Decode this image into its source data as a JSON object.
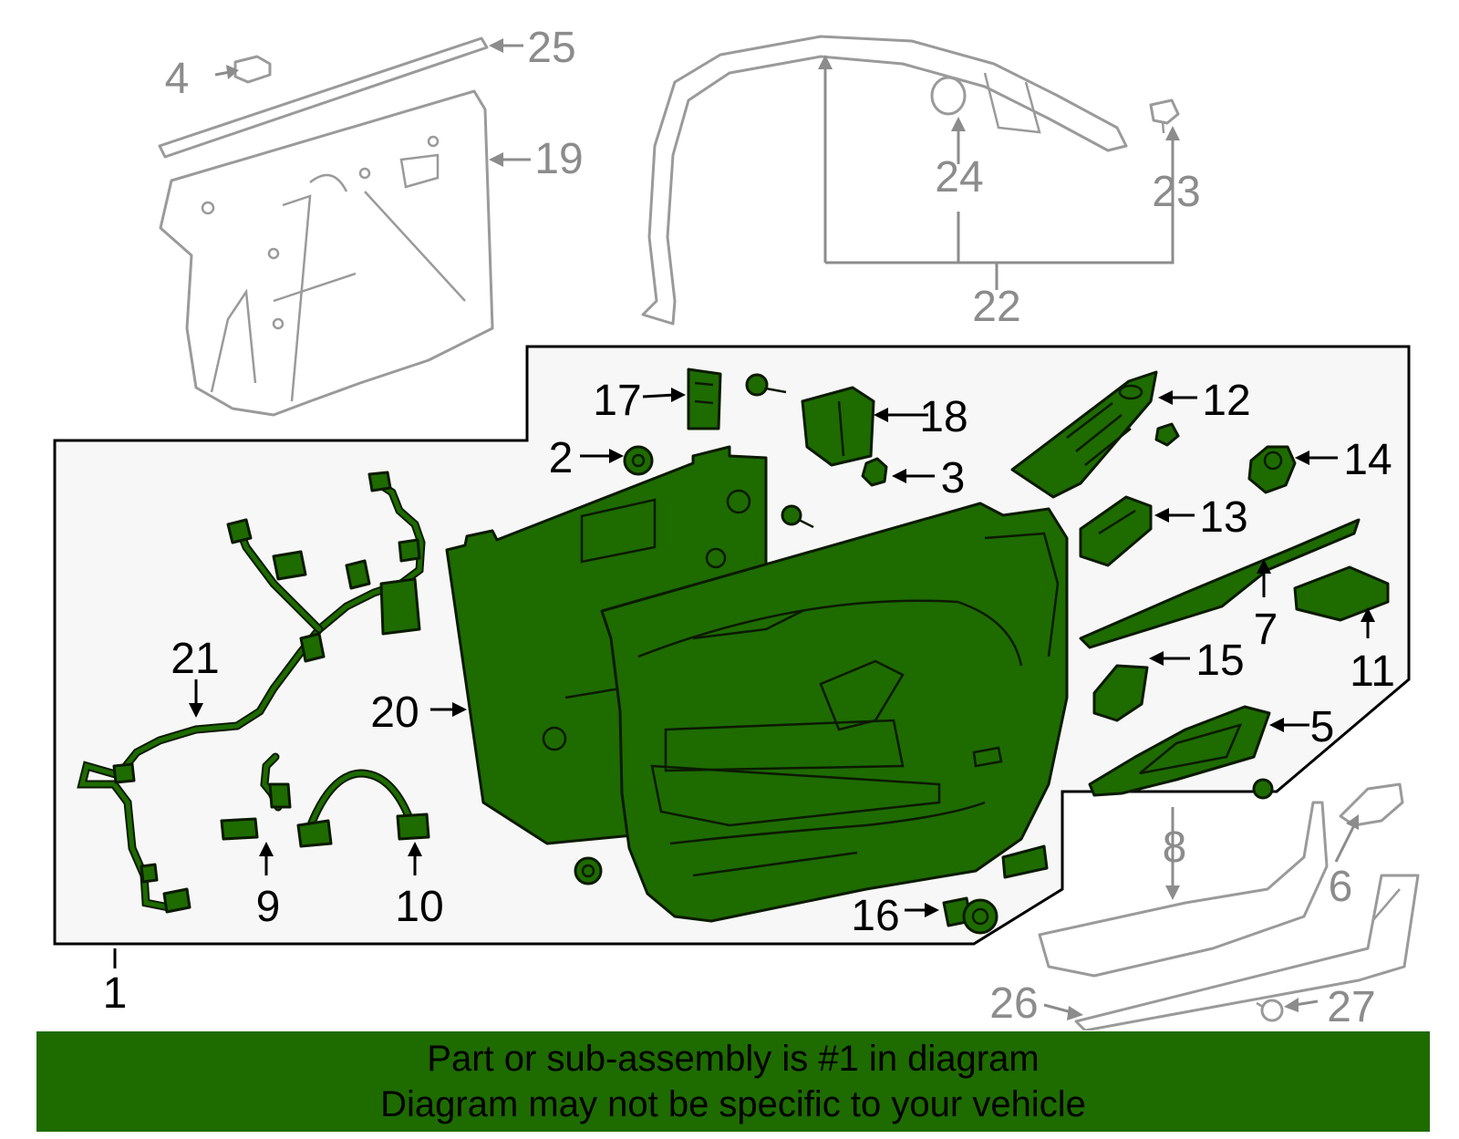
{
  "colors": {
    "accent_green": "#1e6b00",
    "outline_dark": "#0b1a00",
    "reference_grey": "#8c8c8c",
    "panel_bg": "#f7f7f7"
  },
  "callouts": {
    "c1": "1",
    "c2": "2",
    "c3": "3",
    "c4": "4",
    "c5": "5",
    "c6": "6",
    "c7": "7",
    "c8": "8",
    "c9": "9",
    "c10": "10",
    "c11": "11",
    "c12": "12",
    "c13": "13",
    "c14": "14",
    "c15": "15",
    "c16": "16",
    "c17": "17",
    "c18": "18",
    "c19": "19",
    "c20": "20",
    "c21": "21",
    "c22": "22",
    "c23": "23",
    "c24": "24",
    "c25": "25",
    "c26": "26",
    "c27": "27"
  },
  "banner": {
    "line1": "Part or sub-assembly is #1 in diagram",
    "line2": "Diagram may not be specific to your vehicle"
  }
}
